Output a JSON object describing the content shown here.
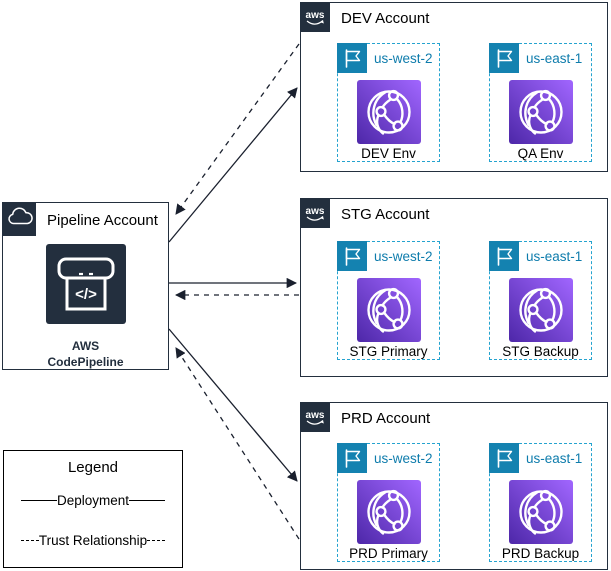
{
  "aws_logo_text": "aws",
  "pipeline": {
    "title": "Pipeline Account",
    "service_line1": "AWS",
    "service_line2": "CodePipeline",
    "icon_glyph": "</>"
  },
  "accounts": [
    {
      "title": "DEV Account",
      "regions": [
        {
          "name": "us-west-2",
          "env": "DEV Env"
        },
        {
          "name": "us-east-1",
          "env": "QA Env"
        }
      ]
    },
    {
      "title": "STG Account",
      "regions": [
        {
          "name": "us-west-2",
          "env": "STG Primary"
        },
        {
          "name": "us-east-1",
          "env": "STG Backup"
        }
      ]
    },
    {
      "title": "PRD Account",
      "regions": [
        {
          "name": "us-west-2",
          "env": "PRD Primary"
        },
        {
          "name": "us-east-1",
          "env": "PRD Backup"
        }
      ]
    }
  ],
  "connectors": [
    {
      "from": "Pipeline Account",
      "to": "DEV Account",
      "type": "Deployment",
      "style": "solid"
    },
    {
      "from": "DEV Account",
      "to": "Pipeline Account",
      "type": "Trust Relationship",
      "style": "dashed"
    },
    {
      "from": "Pipeline Account",
      "to": "STG Account",
      "type": "Deployment",
      "style": "solid"
    },
    {
      "from": "STG Account",
      "to": "Pipeline Account",
      "type": "Trust Relationship",
      "style": "dashed"
    },
    {
      "from": "Pipeline Account",
      "to": "PRD Account",
      "type": "Deployment",
      "style": "solid"
    },
    {
      "from": "PRD Account",
      "to": "Pipeline Account",
      "type": "Trust Relationship",
      "style": "dashed"
    }
  ],
  "legend": {
    "title": "Legend",
    "items": [
      {
        "label": "Deployment",
        "style": "solid"
      },
      {
        "label": "Trust Relationship",
        "style": "dashed"
      }
    ]
  },
  "colors": {
    "aws_navy": "#232F3E",
    "region_dashed_border": "#25A3CF",
    "region_flag_badge": "#1482B0",
    "region_text": "#0E7CAC",
    "service_icon_gradient_start": "#4D27A8",
    "service_icon_gradient_end": "#A166FF",
    "connector_line": "#1A202E",
    "background": "#FFFFFF"
  }
}
